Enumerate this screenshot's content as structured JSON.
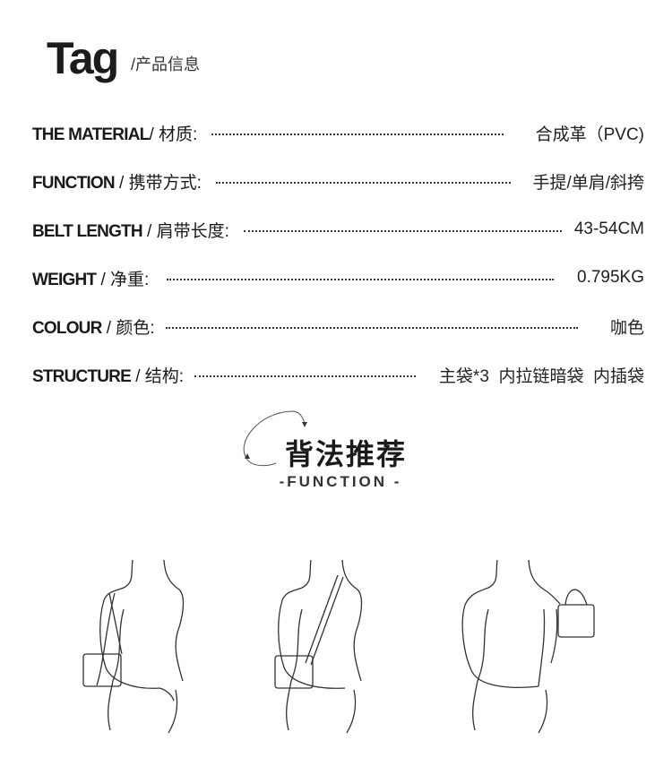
{
  "header": {
    "title": "Tag",
    "subtitle": "/产品信息"
  },
  "specs": [
    {
      "label": "THE MATERIAL",
      "label_cn": "/ 材质:",
      "value": "合成革（PVC)"
    },
    {
      "label": "FUNCTION",
      "label_cn": " / 携带方式:",
      "value": "手提/单肩/斜挎"
    },
    {
      "label": "BELT LENGTH",
      "label_cn": " / 肩带长度:",
      "value": "43-54CM"
    },
    {
      "label": "WEIGHT",
      "label_cn": " / 净重:",
      "value": "0.795KG"
    },
    {
      "label": "COLOUR",
      "label_cn": " / 颜色:",
      "value": "咖色"
    },
    {
      "label": "STRUCTURE",
      "label_cn": " / 结构:",
      "value": "主袋*3  内拉链暗袋  内插袋"
    }
  ],
  "function_section": {
    "title": "背法推荐",
    "subtitle": "-FUNCTION -"
  }
}
